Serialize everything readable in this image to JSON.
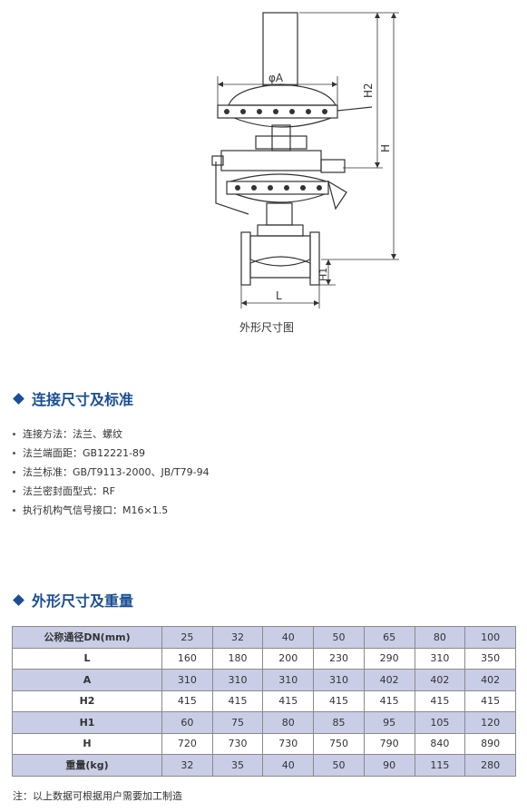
{
  "figure": {
    "labels": {
      "phi_a": "φA",
      "h2": "H2",
      "h": "H",
      "h1": "H1",
      "l": "L"
    },
    "caption": "外形尺寸图"
  },
  "section1": {
    "title": "连接尺寸及标准",
    "items": [
      "连接方法：法兰、螺纹",
      "法兰端面距：GB12221-89",
      "法兰标准：GB/T9113-2000、JB/T79-94",
      "法兰密封面型式：RF",
      "执行机构气信号接口：M16×1.5"
    ]
  },
  "section2": {
    "title": "外形尺寸及重量"
  },
  "table": {
    "rows": [
      {
        "label": "公称通径DN(mm)",
        "values": [
          "25",
          "32",
          "40",
          "50",
          "65",
          "80",
          "100"
        ]
      },
      {
        "label": "L",
        "values": [
          "160",
          "180",
          "200",
          "230",
          "290",
          "310",
          "350"
        ]
      },
      {
        "label": "A",
        "values": [
          "310",
          "310",
          "310",
          "310",
          "402",
          "402",
          "402"
        ]
      },
      {
        "label": "H2",
        "values": [
          "415",
          "415",
          "415",
          "415",
          "415",
          "415",
          "415"
        ]
      },
      {
        "label": "H1",
        "values": [
          "60",
          "75",
          "80",
          "85",
          "95",
          "105",
          "120"
        ]
      },
      {
        "label": "H",
        "values": [
          "720",
          "730",
          "730",
          "750",
          "790",
          "840",
          "890"
        ]
      },
      {
        "label": "重量(kg)",
        "values": [
          "32",
          "35",
          "40",
          "50",
          "90",
          "115",
          "280"
        ]
      }
    ]
  },
  "note": "注：以上数据可根据用户需要加工制造"
}
